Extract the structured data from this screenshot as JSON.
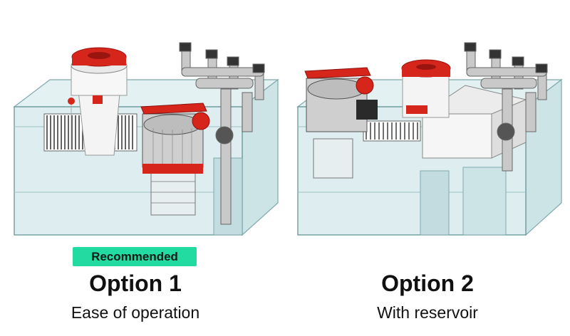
{
  "options": [
    {
      "badge": "Recommended",
      "title": "Option 1",
      "subtitle": "Ease of operation"
    },
    {
      "title": "Option 2",
      "subtitle": "With reservoir"
    }
  ],
  "colors": {
    "glass": "#cfe7ea",
    "glass_edge": "#7fa9ad",
    "skimmer_red": "#d6261c",
    "skimmer_white": "#f2f2f2",
    "badge_green": "#22dba0"
  }
}
